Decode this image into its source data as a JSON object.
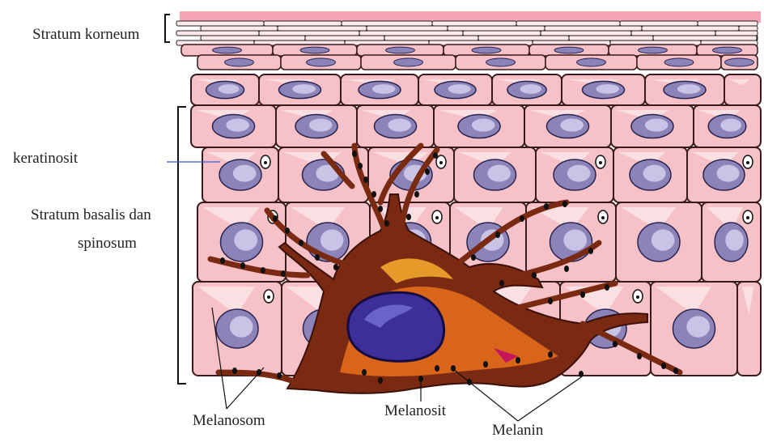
{
  "labels": {
    "stratum_korneum": "Stratum korneum",
    "keratinosit": "keratinosit",
    "stratum_basalis_line1": "Stratum basalis dan",
    "stratum_basalis_line2": "spinosum",
    "melanosom": "Melanosom",
    "melanosit": "Melanosit",
    "melanin": "Melanin"
  },
  "colors": {
    "cell_fill": "#f6c2c8",
    "cell_highlight": "#fbe0e3",
    "cell_outline": "#3a1a1a",
    "nucleus": "#8c84b8",
    "nucleus_core": "#c9c4e6",
    "melanocyte_body": "#7a2a12",
    "melanocyte_orange": "#d8651a",
    "melanocyte_nucleus": "#3c2f9a",
    "leader_line": "#3a5fcf"
  }
}
